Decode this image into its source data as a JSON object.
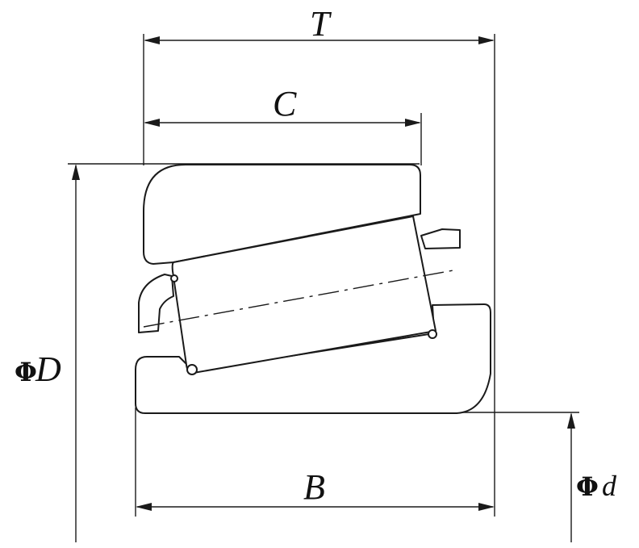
{
  "labels": {
    "T": "T",
    "C": "C",
    "B": "B",
    "D": "D",
    "d": "d",
    "phi": "Φ"
  }
}
